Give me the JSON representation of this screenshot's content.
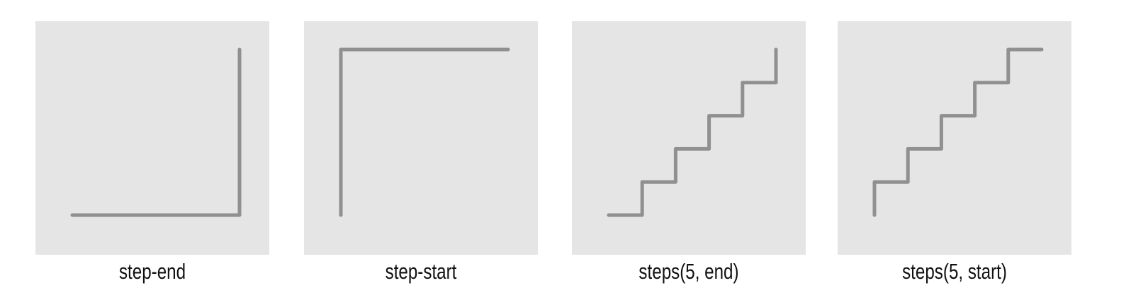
{
  "colors": {
    "panel_background": "#e5e5e5",
    "curve_stroke": "#909090",
    "caption_text": "#111111"
  },
  "panels": [
    {
      "label": "step-end",
      "steps": 1,
      "position": "end"
    },
    {
      "label": "step-start",
      "steps": 1,
      "position": "start"
    },
    {
      "label": "steps(5, end)",
      "steps": 5,
      "position": "end"
    },
    {
      "label": "steps(5, start)",
      "steps": 5,
      "position": "start"
    }
  ]
}
